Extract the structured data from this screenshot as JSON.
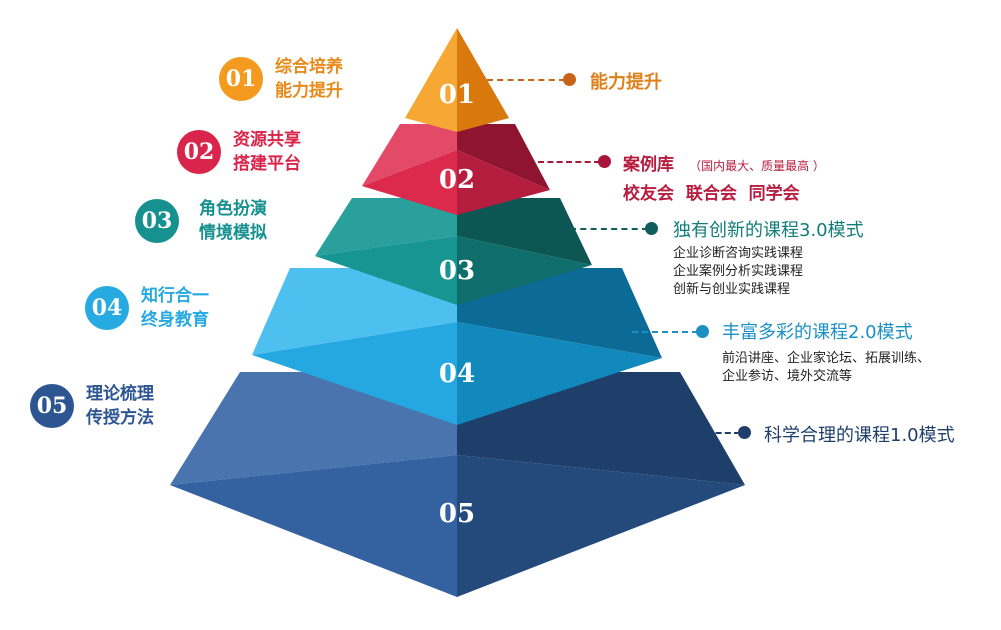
{
  "tiers": [
    {
      "num": "01",
      "color": "#f39a1f",
      "left_line1": "综合培养",
      "left_line2": "能力提升",
      "right_title": "能力提升"
    },
    {
      "num": "02",
      "color": "#d9254b",
      "left_line1": "资源共享",
      "left_line2": "搭建平台",
      "right_title": "案例库",
      "right_note": "（国内最大、质量最高 ）",
      "right_sub": "校友会  联合会  同学会"
    },
    {
      "num": "03",
      "color": "#16918f",
      "left_line1": "角色扮演",
      "left_line2": "情境模拟",
      "right_title": "独有创新的课程3.0模式",
      "right_items": [
        "企业诊断咨询实践课程",
        "企业案例分析实践课程",
        "创新与创业实践课程"
      ]
    },
    {
      "num": "04",
      "color": "#27a9e1",
      "left_line1": "知行合一",
      "left_line2": "终身教育",
      "right_title": "丰富多彩的课程2.0模式",
      "right_items": [
        "前沿讲座、企业家论坛、拓展训练、",
        "企业参访、境外交流等"
      ]
    },
    {
      "num": "05",
      "color": "#2d5592",
      "left_line1": "理论梳理",
      "left_line2": "传授方法",
      "right_title": "科学合理的课程1.0模式"
    }
  ]
}
